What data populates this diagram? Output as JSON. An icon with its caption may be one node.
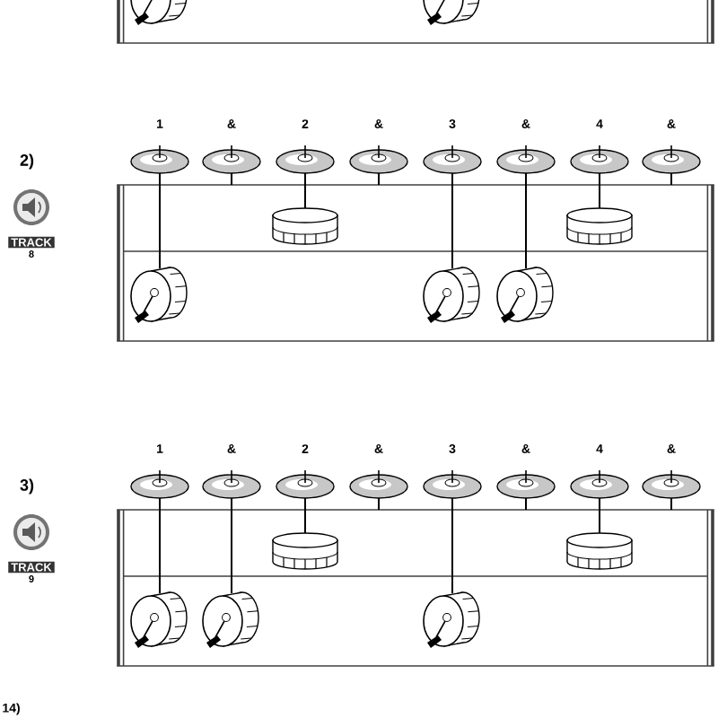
{
  "diagram": {
    "nodes": [
      {
        "text": [],
        "shape": "picture"
      },
      {
        "text": [],
        "shape": "picture"
      },
      {
        "text": [],
        "shape": "picture"
      },
      {
        "text": [],
        "shape": "picture"
      },
      {
        "text": [],
        "shape": "picture"
      },
      {
        "text": [],
        "shape": "picture"
      },
      {
        "text": [],
        "shape": "picture"
      },
      {
        "text": [],
        "shape": "picture"
      },
      {
        "text": [],
        "shape": "picture"
      },
      {
        "text": [],
        "shape": "picture"
      },
      {
        "text": [],
        "shape": "picture"
      },
      {
        "text": [],
        "shape": "picture"
      },
      {
        "text": [],
        "shape": "picture"
      },
      {
        "text": [],
        "shape": "picture"
      },
      {
        "text": [],
        "shape": "picture"
      },
      {
        "text": [],
        "shape": "picture"
      },
      {
        "text": [],
        "shape": "picture"
      },
      {
        "text": [],
        "shape": "picture"
      },
      {
        "text": [],
        "shape": "picture"
      },
      {
        "text": [],
        "shape": "picture"
      },
      {
        "text": [],
        "shape": "picture"
      },
      {
        "text": [],
        "shape": "picture"
      },
      {
        "text": [],
        "shape": "picture"
      },
      {
        "text": [],
        "shape": "picture"
      },
      {
        "text": [],
        "shape": "picture"
      },
      {
        "text": [],
        "shape": "picture"
      },
      {
        "text": [],
        "shape": "picture"
      },
      {
        "text": [],
        "shape": "picture"
      }
    ],
    "edges": [
      {
        "from": 2,
        "to": 12,
        "arrow": "none"
      },
      {
        "from": 4,
        "to": 10,
        "arrow": "none"
      },
      {
        "from": 6,
        "to": 13,
        "arrow": "none"
      },
      {
        "from": 7,
        "to": 14,
        "arrow": "none"
      },
      {
        "from": 8,
        "to": 11,
        "arrow": "none"
      },
      {
        "from": 15,
        "to": 25,
        "arrow": "none"
      },
      {
        "from": 16,
        "to": 26,
        "arrow": "none"
      },
      {
        "from": 17,
        "to": 23,
        "arrow": "none"
      },
      {
        "from": 19,
        "to": 27,
        "arrow": "none"
      },
      {
        "from": 21,
        "to": 24,
        "arrow": "none"
      }
    ],
    "labels": [
      "1",
      "&",
      "2",
      "&",
      "3",
      "&",
      "4",
      "&",
      "2)",
      "TRACK",
      "8",
      "1",
      "&",
      "2",
      "&",
      "3",
      "&",
      "4",
      "&",
      "3)",
      "TRACK",
      "9",
      "14)"
    ]
  }
}
